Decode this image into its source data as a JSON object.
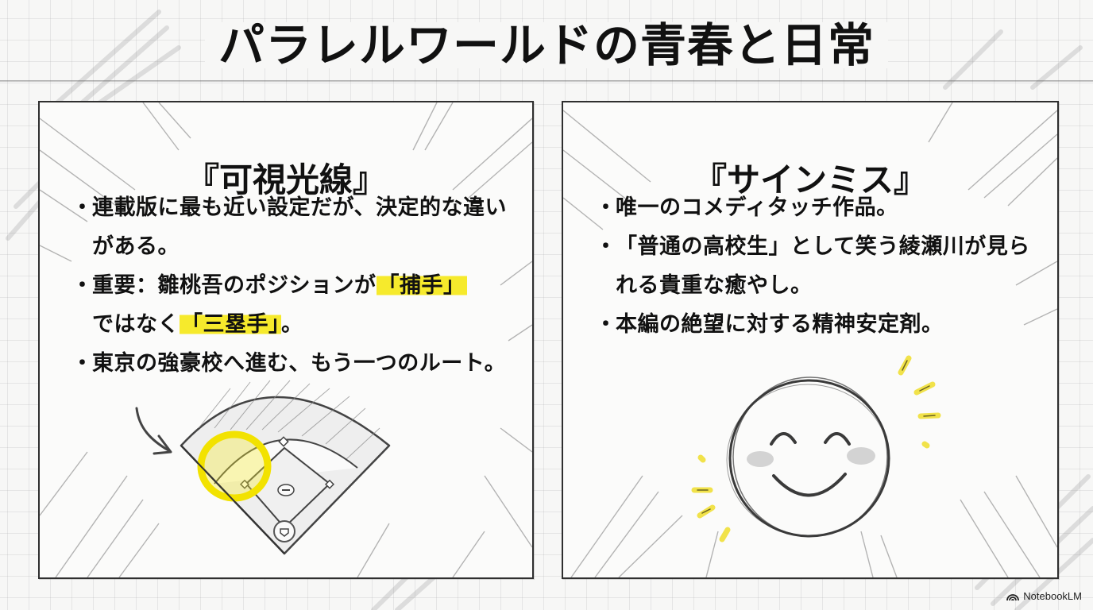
{
  "slide": {
    "title": "パラレルワールドの青春と日常",
    "colors": {
      "background": "#f7f7f6",
      "ink": "#111111",
      "highlight": "#f6ea2c",
      "border": "#2f2f2f"
    }
  },
  "panels": [
    {
      "title": "『可視光線』",
      "bullets": [
        {
          "text": "連載版に最も近い設定だが、決定的な違いがある。"
        },
        {
          "parts": [
            {
              "text": "重要：雛桃吾のポジションが"
            },
            {
              "text": "「捕手」",
              "highlight": true
            },
            {
              "text": "ではなく"
            },
            {
              "text": "「三塁手」",
              "highlight": true
            },
            {
              "text": "。"
            }
          ]
        },
        {
          "text": "東京の強豪校へ進む、もう一つのルート。"
        }
      ],
      "illustration": "baseball-field-sketch-with-third-base-highlighted"
    },
    {
      "title": "『サインミス』",
      "bullets": [
        {
          "text": "唯一のコメディタッチ作品。"
        },
        {
          "text": "「普通の高校生」として笑う綾瀬川が見られる貴重な癒やし。"
        },
        {
          "text": "本編の絶望に対する精神安定剤。"
        }
      ],
      "illustration": "smiling-face-sketch"
    }
  ],
  "bullet_glyph": "・",
  "branding": {
    "label": "NotebookLM",
    "icon": "notebooklm-logo-icon"
  }
}
